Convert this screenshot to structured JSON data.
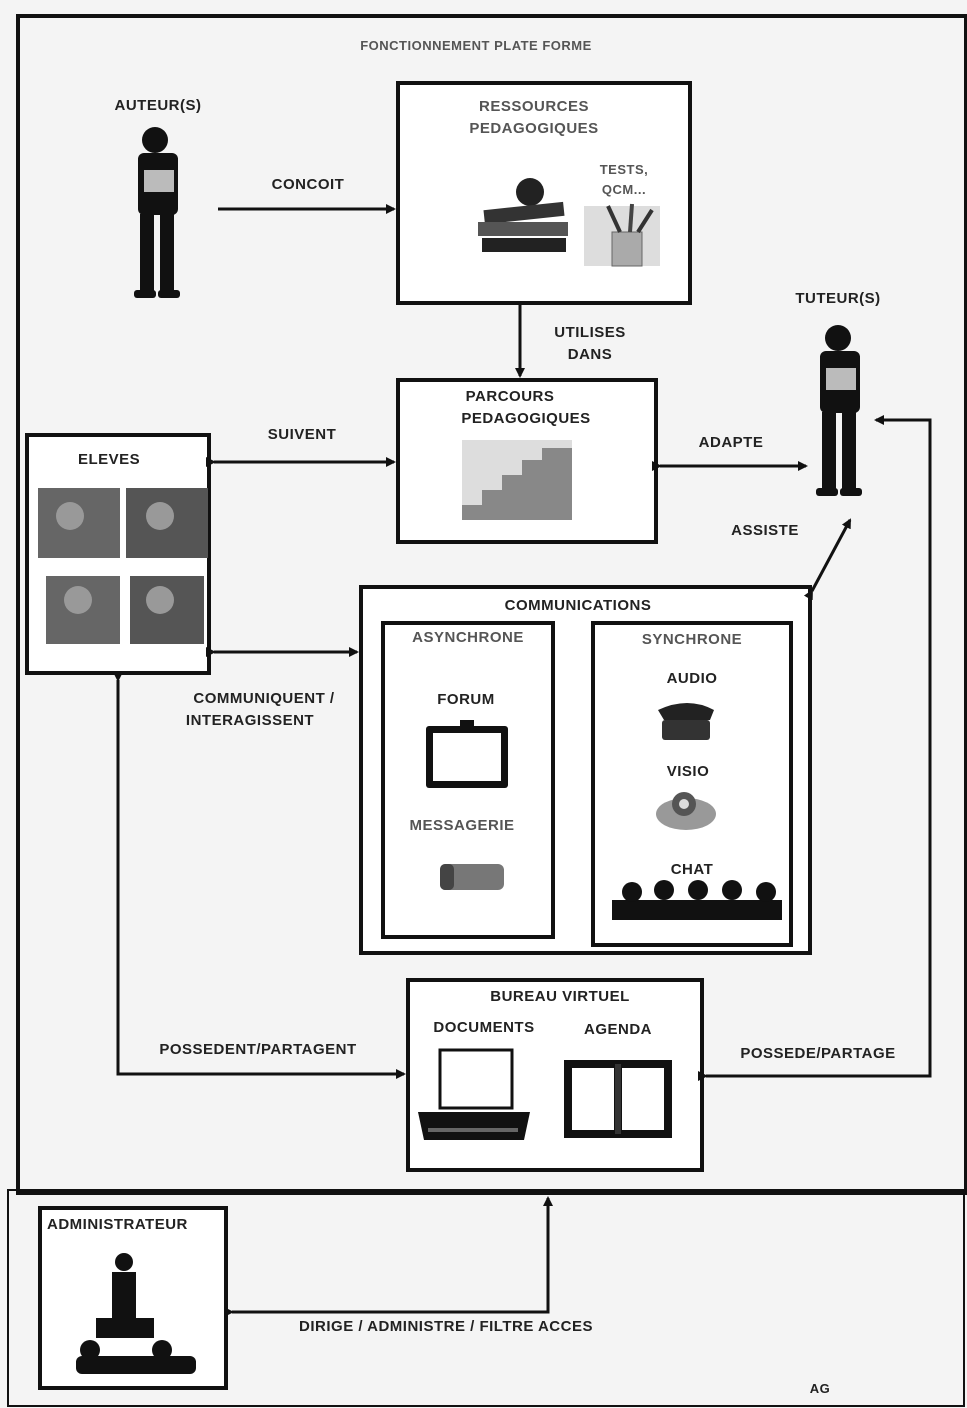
{
  "title": "FONCTIONNEMENT PLATE FORME",
  "actors": {
    "auteurs": "AUTEUR(S)",
    "tuteurs": "TUTEUR(S)",
    "administrateur": "ADMINISTRATEUR"
  },
  "boxes": {
    "ressources": {
      "line1": "RESSOURCES",
      "line2": "PEDAGOGIQUES",
      "tests_line1": "TESTS,",
      "tests_line2": "QCM..."
    },
    "parcours": {
      "line1": "PARCOURS",
      "line2": "PEDAGOGIQUES"
    },
    "eleves": "ELEVES",
    "communications": {
      "title": "COMMUNICATIONS",
      "asynchrone": {
        "title": "ASYNCHRONE",
        "items": [
          "FORUM",
          "MESSAGERIE"
        ]
      },
      "synchrone": {
        "title": "SYNCHRONE",
        "items": [
          "AUDIO",
          "VISIO",
          "CHAT"
        ]
      }
    },
    "bureau": {
      "title": "BUREAU VIRTUEL",
      "documents": "DOCUMENTS",
      "agenda": "AGENDA"
    }
  },
  "relations": {
    "concoit": "CONCOIT",
    "utilises_line1": "UTILISES",
    "utilises_line2": "DANS",
    "suivent": "SUIVENT",
    "adapte": "ADAPTE",
    "assiste": "ASSISTE",
    "communiquent_line1": "COMMUNIQUENT /",
    "communiquent_line2": "INTERAGISSENT",
    "possedent": "POSSEDENT/PARTAGENT",
    "possede": "POSSEDE/PARTAGE",
    "dirige": "DIRIGE / ADMINISTRE / FILTRE ACCES"
  },
  "signature": "AG"
}
